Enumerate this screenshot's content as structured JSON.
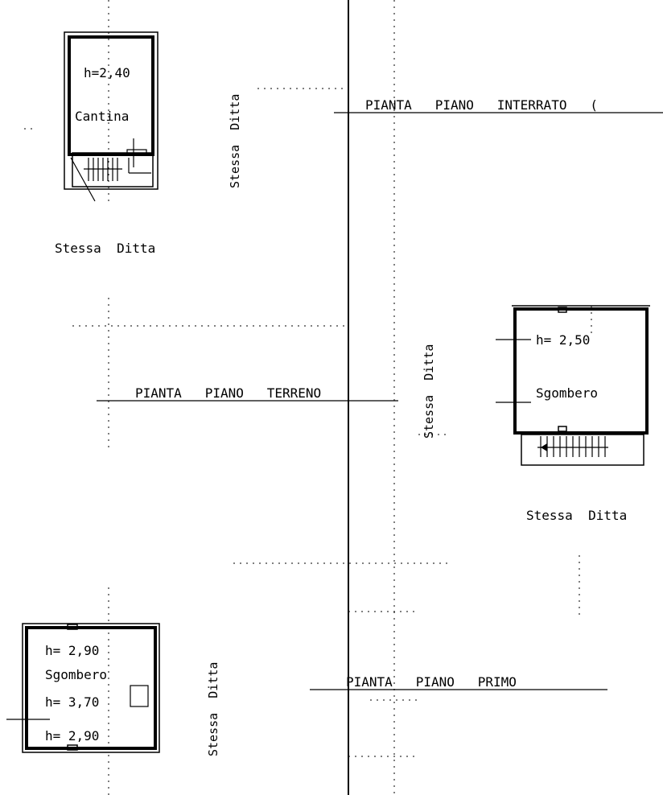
{
  "titles": {
    "interrato": "PIANTA   PIANO   INTERRATO   (",
    "terreno": "PIANTA   PIANO   TERRENO",
    "primo": "PIANTA   PIANO   PRIMO"
  },
  "rooms": {
    "cantina": {
      "height": "h=2,40",
      "name": "Cantina"
    },
    "sgombero_terreno": {
      "height": "h= 2,50",
      "name": "Sgombero"
    },
    "sgombero_primo": {
      "height_1": "h= 2,90",
      "name": "Sgombero",
      "height_2": "h= 3,70",
      "height_3": "h= 2,90"
    }
  },
  "neighbours": {
    "label_1": "Stessa  Ditta",
    "label_2": "Stessa  Ditta",
    "label_3": "Stessa  Ditta",
    "label_4": "Stessa  Ditta",
    "label_5": "Stessa  Ditta"
  }
}
